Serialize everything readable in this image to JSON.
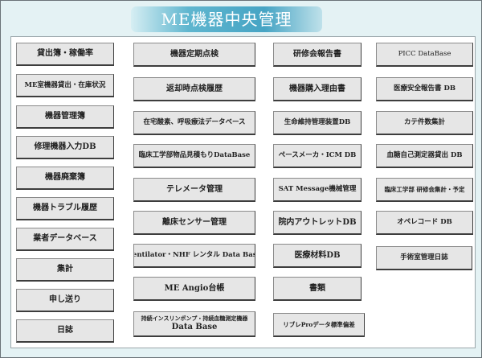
{
  "title": "ME機器中央管理",
  "col1": [
    "貸出簿・稼働率",
    "ME室機器貸出・在庫状況",
    "機器管理簿",
    "修理機器入力DB",
    "機器廃棄簿",
    "機器トラブル履歴",
    "業者データベース",
    "集計",
    "申し送り",
    "日誌"
  ],
  "col2": [
    "機器定期点検",
    "返却時点検履歴",
    "在宅酸素、呼吸療法データベース",
    "臨床工学部物品見積もりDataBase",
    "テレメータ管理",
    "離床センサー管理",
    "Ventilator・NHF レンタル Data Base",
    "ME Angio台帳",
    "持続インスリンポンプ・持続血糖測定機器",
    "Data Base"
  ],
  "col3": [
    "研修会報告書",
    "機器購入理由書",
    "生命維持管理装置DB",
    "ペースメーカ・ICM DB",
    "SAT Message機械管理",
    "院内アウトレットDB",
    "医療材料DB",
    "書類",
    "リブレProデータ標準偏差"
  ],
  "col4": [
    "PICC DataBase",
    "医療安全報告書 DB",
    "カテ件数集計",
    "血糖自己測定器貸出 DB",
    "臨床工学部 研修会集計・予定",
    "オペレコード DB",
    "手術室管理日誌"
  ]
}
